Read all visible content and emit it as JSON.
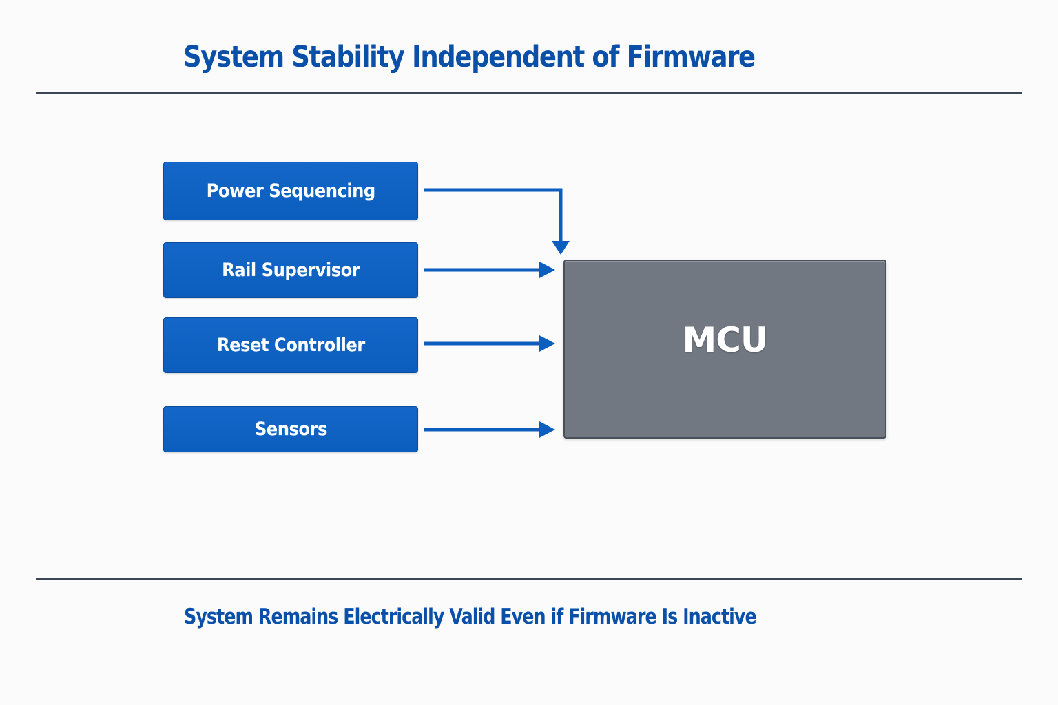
{
  "title": "System Stability Independent of Firmware",
  "colors": {
    "accent_blue": "#0b5ebd",
    "title_blue": "#0a50a8",
    "mcu_gray": "#717882",
    "divider": "#3d4556",
    "background": "#fbfbfc"
  },
  "diagram": {
    "inputs": [
      {
        "label": "Power Sequencing",
        "connector": "elbow-down-into-mcu-top"
      },
      {
        "label": "Rail Supervisor",
        "connector": "straight-right"
      },
      {
        "label": "Reset Controller",
        "connector": "straight-right"
      },
      {
        "label": "Sensors",
        "connector": "straight-right"
      }
    ],
    "target": {
      "label": "MCU"
    }
  },
  "footer": "System Remains Electrically Valid Even if Firmware Is Inactive"
}
